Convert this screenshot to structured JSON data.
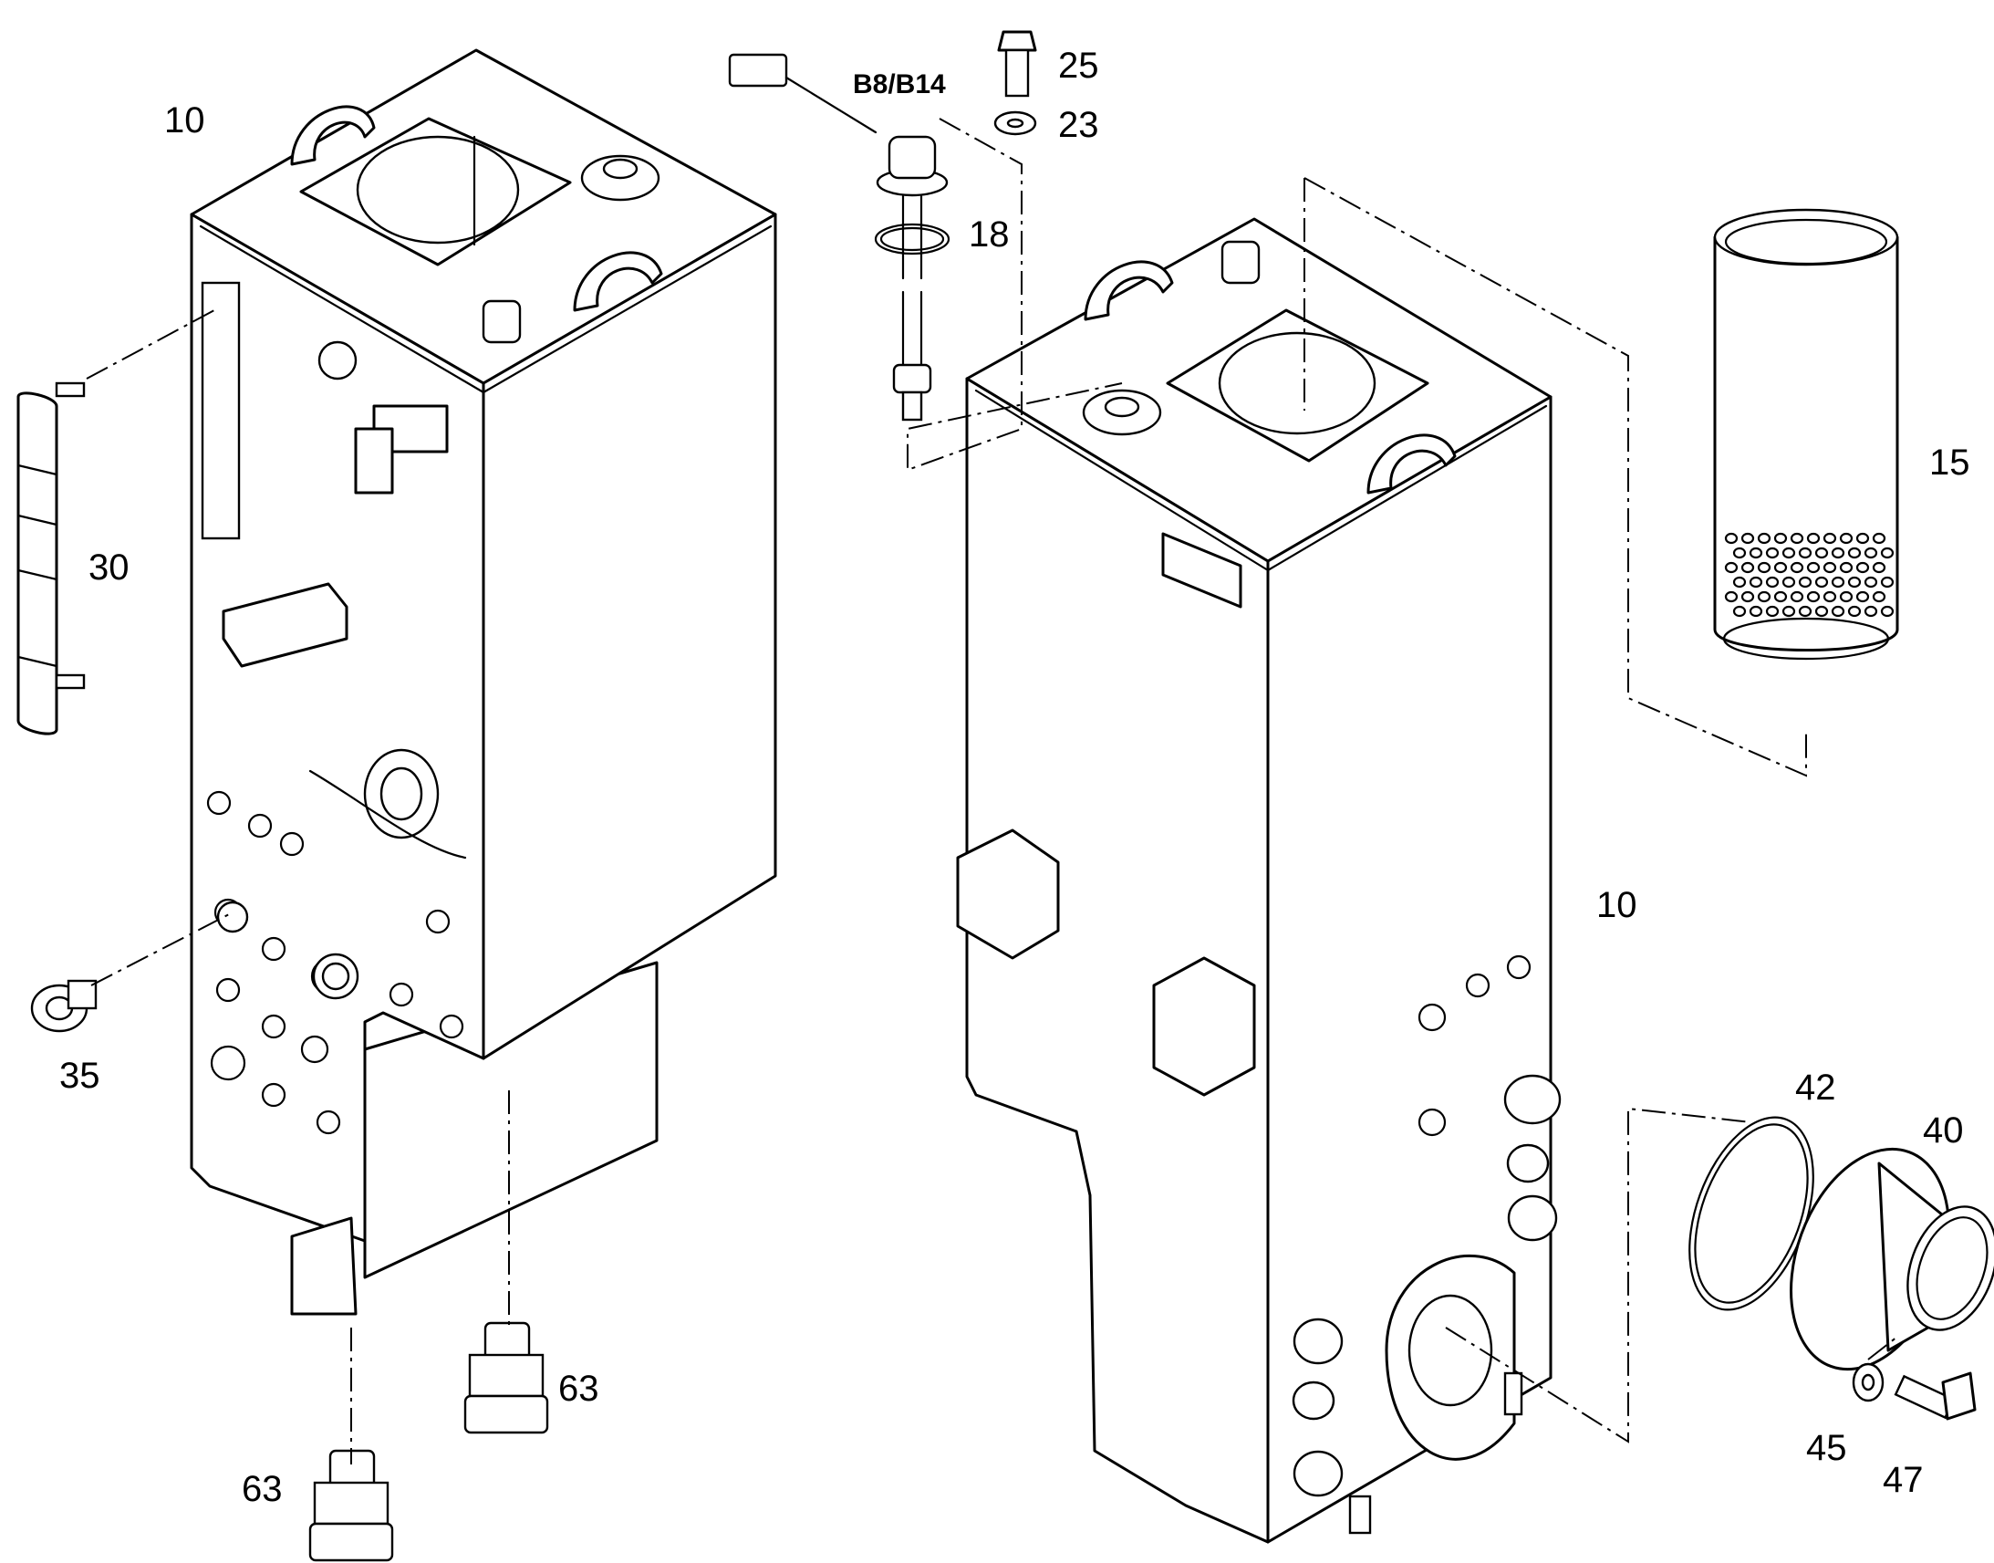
{
  "labels": {
    "l10a": "10",
    "l10b": "10",
    "b8b14": "B8/B14",
    "l25": "25",
    "l23": "23",
    "l18": "18",
    "l15": "15",
    "l30": "30",
    "l35": "35",
    "l42": "42",
    "l40": "40",
    "l45": "45",
    "l47": "47",
    "l63a": "63",
    "l63b": "63"
  },
  "colors": {
    "line": "#000000",
    "background": "#ffffff"
  }
}
